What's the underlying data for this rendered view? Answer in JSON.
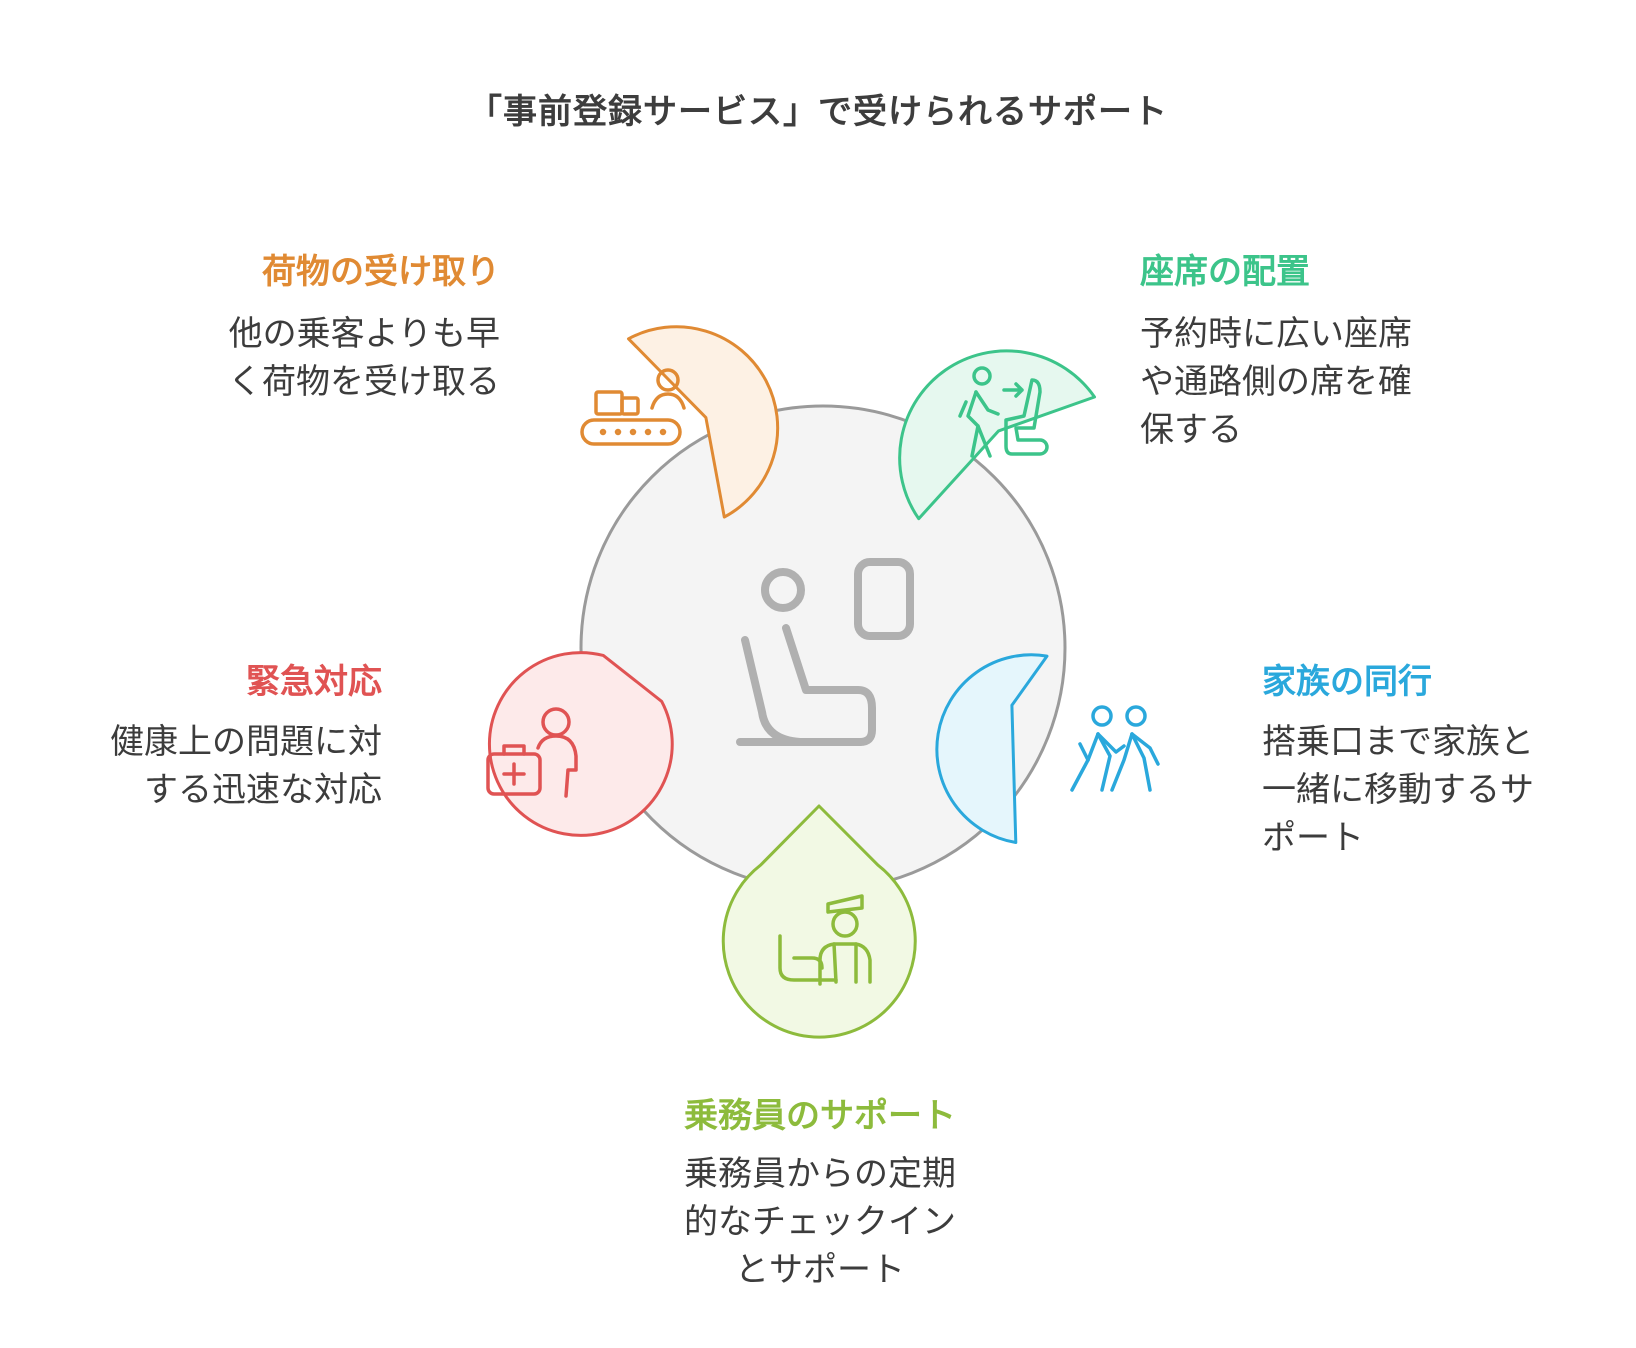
{
  "title": "「事前登録サービス」で受けられるサポート",
  "colors": {
    "center_fill": "#f4f4f4",
    "center_stroke": "#9a9a9a",
    "orange": "#e08a33",
    "green": "#3cc48a",
    "blue": "#2aa8dc",
    "lime": "#8dbb3c",
    "red": "#e05353"
  },
  "center": {
    "icon": "seated-passenger-window-icon"
  },
  "items": [
    {
      "id": "baggage",
      "label": "荷物の受け取り",
      "description": "他の乗客よりも早\nく荷物を受け取る",
      "icon": "baggage-conveyor-icon",
      "color": "#e08a33",
      "fill": "#fdf1e4"
    },
    {
      "id": "seat",
      "label": "座席の配置",
      "description": "予約時に広い座席\nや通路側の席を確\n保する",
      "icon": "walk-to-seat-icon",
      "color": "#3cc48a",
      "fill": "#e6f8ef"
    },
    {
      "id": "family",
      "label": "家族の同行",
      "description": "搭乗口まで家族と\n一緒に移動するサ\nポート",
      "icon": "walking-family-icon",
      "color": "#2aa8dc",
      "fill": "#e5f6fc"
    },
    {
      "id": "crew",
      "label": "乗務員のサポート",
      "description": "乗務員からの定期\n的なチェックイン\nとサポート",
      "icon": "crew-member-icon",
      "color": "#8dbb3c",
      "fill": "#f2f9e4"
    },
    {
      "id": "emergency",
      "label": "緊急対応",
      "description": "健康上の問題に対\nする迅速な対応",
      "icon": "medical-kit-person-icon",
      "color": "#e05353",
      "fill": "#fdeaea"
    }
  ]
}
